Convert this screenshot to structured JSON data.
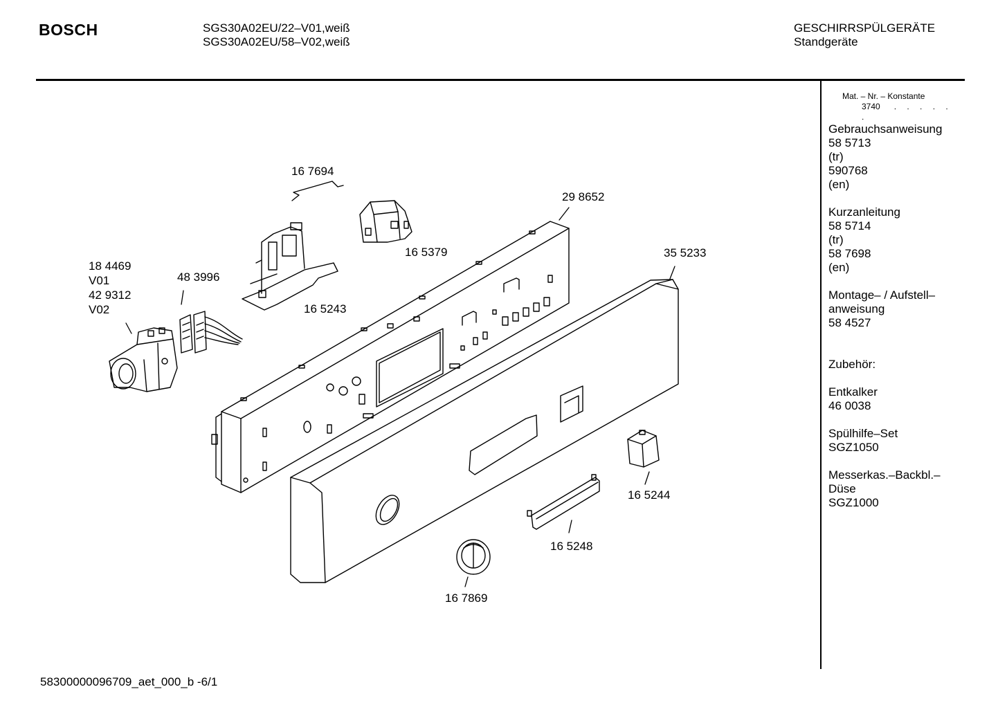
{
  "header": {
    "brand": "BOSCH",
    "models": [
      "SGS30A02EU/22–V01,weiß",
      "SGS30A02EU/58–V02,weiß"
    ],
    "category": "GESCHIRRSPÜLGERÄTE",
    "subcategory": "Standgeräte"
  },
  "sidebar": {
    "matnr_label": "Mat. – Nr. – Konstante",
    "konstante": "3740",
    "konstante_dots": ". .   . . . .",
    "blocks": [
      {
        "lines": [
          "Gebrauchsanweisung",
          "58 5713",
          "(tr)",
          "590768",
          "(en)"
        ]
      },
      {
        "lines": [
          "Kurzanleitung",
          "58 5714",
          "(tr)",
          "58 7698",
          "(en)"
        ]
      },
      {
        "lines": [
          "Montage– / Aufstell–",
          "anweisung",
          "58 4527"
        ]
      },
      {
        "lines": [
          "Zubehör:"
        ]
      },
      {
        "lines": [
          "Entkalker",
          "46 0038"
        ]
      },
      {
        "lines": [
          "Spülhilfe–Set",
          "SGZ1050"
        ]
      },
      {
        "lines": [
          "Messerkas.–Backbl.–",
          "Düse",
          "SGZ1000"
        ]
      }
    ]
  },
  "parts": [
    {
      "id": "p167694",
      "label": "16 7694"
    },
    {
      "id": "p298652",
      "label": "29 8652"
    },
    {
      "id": "p165379",
      "label": "16 5379"
    },
    {
      "id": "p184469",
      "label": "18 4469"
    },
    {
      "id": "pV01",
      "label": "V01"
    },
    {
      "id": "p429312",
      "label": "42 9312"
    },
    {
      "id": "pV02",
      "label": "V02"
    },
    {
      "id": "p483996",
      "label": "48 3996"
    },
    {
      "id": "p165243",
      "label": "16 5243"
    },
    {
      "id": "p355233",
      "label": "35 5233"
    },
    {
      "id": "p165244",
      "label": "16 5244"
    },
    {
      "id": "p165248",
      "label": "16 5248"
    },
    {
      "id": "p167869",
      "label": "16 7869"
    }
  ],
  "footer": {
    "doc_id": "58300000096709_aet_000_b -6/1"
  }
}
